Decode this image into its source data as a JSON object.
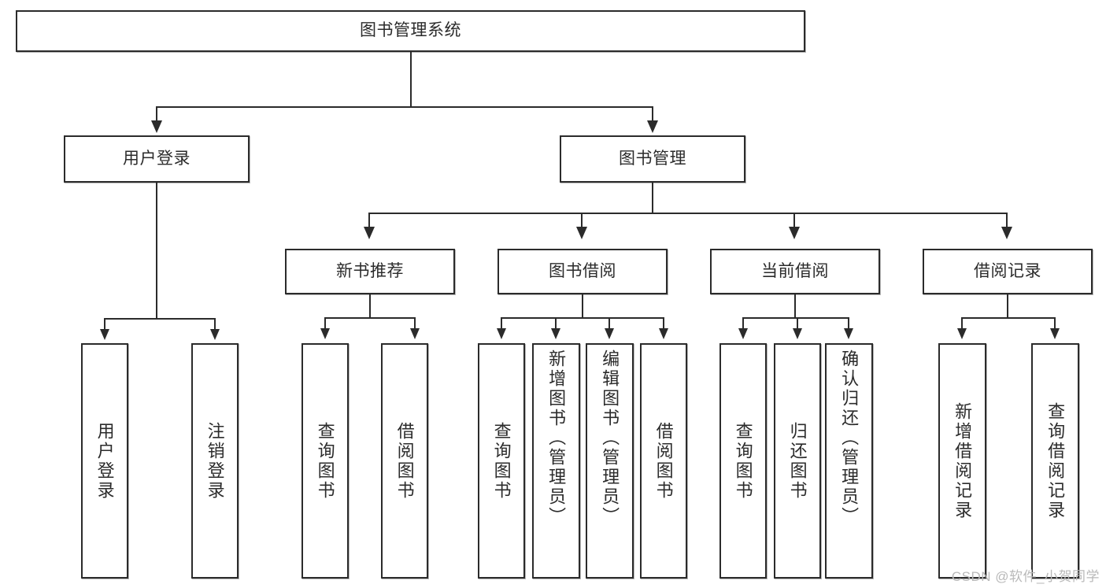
{
  "diagram": {
    "title": "图书管理系统",
    "type": "tree",
    "watermark": "CSDN @软件_小贺同学",
    "root": {
      "id": "root",
      "label": "图书管理系统"
    },
    "level2": [
      {
        "id": "user-login",
        "label": "用户登录"
      },
      {
        "id": "book-manage",
        "label": "图书管理"
      }
    ],
    "level3": [
      {
        "id": "new-book-rec",
        "label": "新书推荐",
        "parent": "book-manage"
      },
      {
        "id": "book-borrow",
        "label": "图书借阅",
        "parent": "book-manage"
      },
      {
        "id": "current-borrow",
        "label": "当前借阅",
        "parent": "book-manage"
      },
      {
        "id": "borrow-record",
        "label": "借阅记录",
        "parent": "book-manage"
      }
    ],
    "leaves": {
      "user-login": [
        {
          "id": "leaf-user-login",
          "label": "用户登录"
        },
        {
          "id": "leaf-logout",
          "label": "注销登录"
        }
      ],
      "new-book-rec": [
        {
          "id": "leaf-query-book-1",
          "label": "查询图书"
        },
        {
          "id": "leaf-borrow-book-1",
          "label": "借阅图书"
        }
      ],
      "book-borrow": [
        {
          "id": "leaf-query-book-2",
          "label": "查询图书"
        },
        {
          "id": "leaf-add-book",
          "label": "新增图书（管理员）"
        },
        {
          "id": "leaf-edit-book",
          "label": "编辑图书（管理员）"
        },
        {
          "id": "leaf-borrow-book-2",
          "label": "借阅图书"
        }
      ],
      "current-borrow": [
        {
          "id": "leaf-query-book-3",
          "label": "查询图书"
        },
        {
          "id": "leaf-return-book",
          "label": "归还图书"
        },
        {
          "id": "leaf-confirm-return",
          "label": "确认归还（管理员）"
        }
      ],
      "borrow-record": [
        {
          "id": "leaf-add-record",
          "label": "新增借阅记录"
        },
        {
          "id": "leaf-query-record",
          "label": "查询借阅记录"
        }
      ]
    },
    "colors": {
      "stroke": "#2b2b2b",
      "fill": "#ffffff",
      "watermark": "#b9b9b9"
    }
  }
}
